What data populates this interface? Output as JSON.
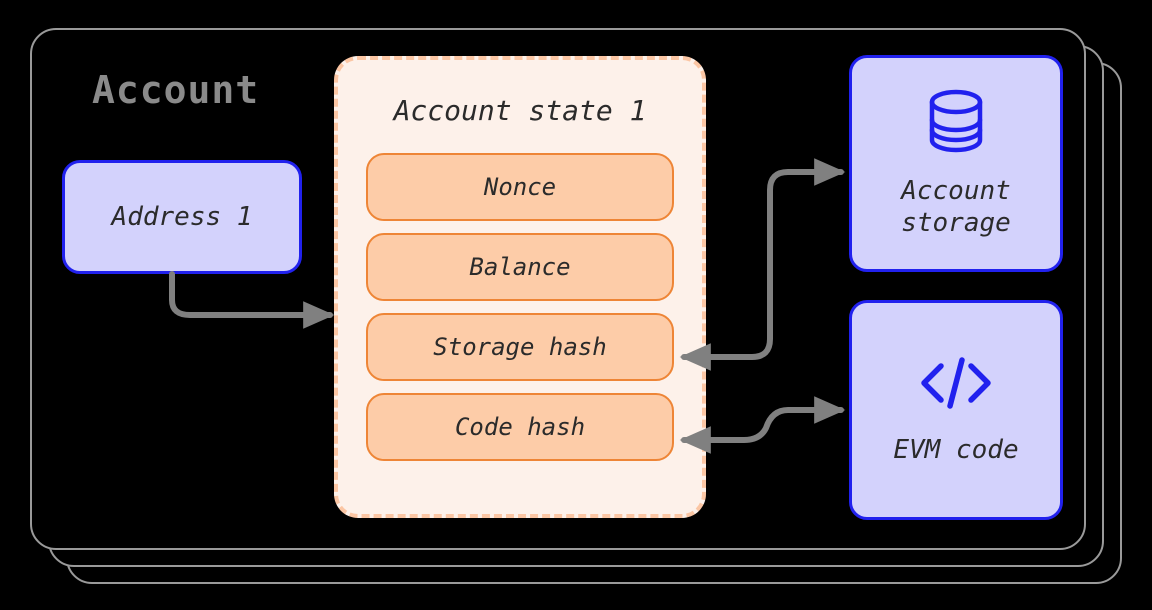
{
  "diagram": {
    "title": "Account",
    "address": {
      "label": "Address 1"
    },
    "state": {
      "title": "Account state 1",
      "fields": [
        {
          "label": "Nonce"
        },
        {
          "label": "Balance"
        },
        {
          "label": "Storage hash"
        },
        {
          "label": "Code hash"
        }
      ]
    },
    "storage": {
      "label": "Account\nstorage",
      "line1": "Account",
      "line2": "storage",
      "icon": "database-icon"
    },
    "evm": {
      "label": "EVM code",
      "icon": "code-brackets-icon"
    },
    "colors": {
      "background": "#000000",
      "card_border": "#9a9a9a",
      "title_text": "#8a8a8a",
      "blue_fill": "#D3D2FC",
      "blue_border": "#2121EE",
      "state_fill": "#FDF1EA",
      "state_border": "#FBC6A4",
      "field_fill": "#FDCCA8",
      "field_border": "#EE8536",
      "connector": "#808080",
      "text": "#2b2b2b"
    }
  }
}
